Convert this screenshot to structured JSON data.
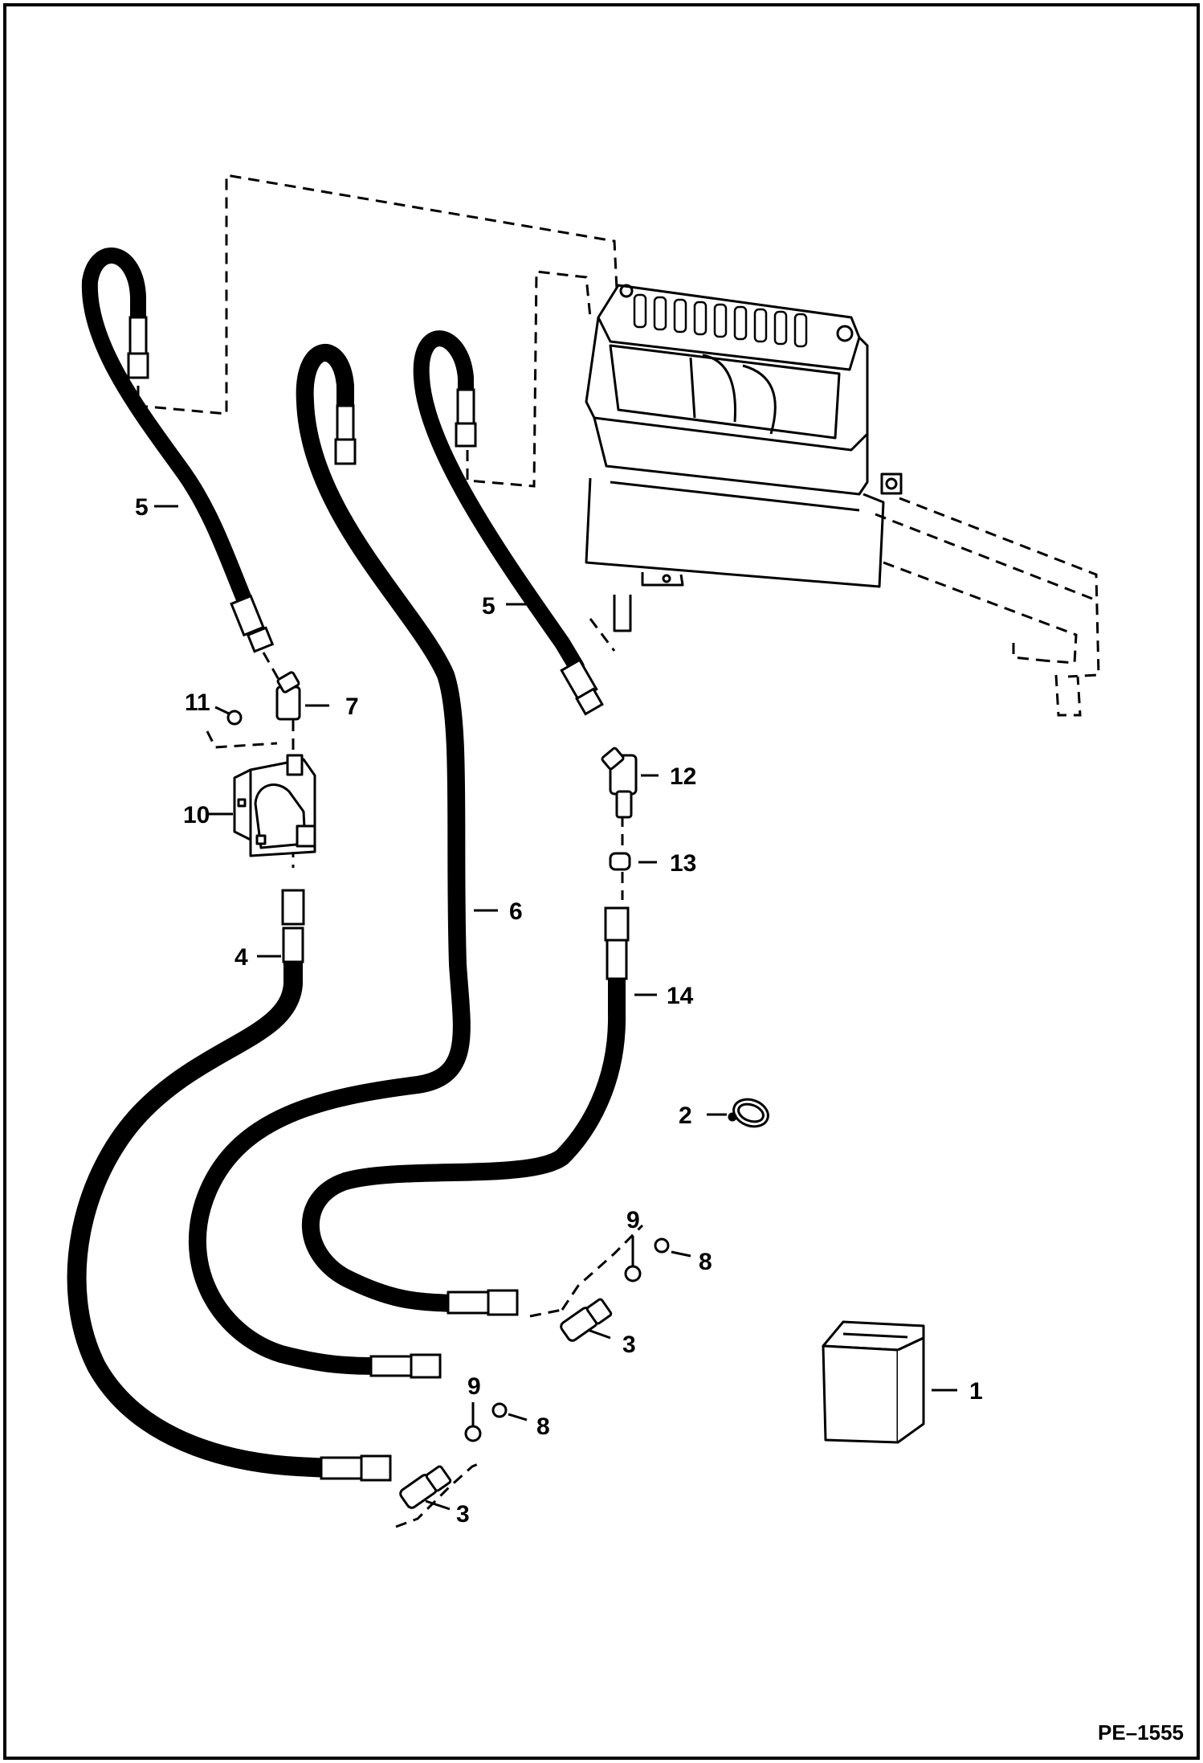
{
  "diagram": {
    "drawing_code": "PE–1555",
    "callouts": {
      "c1": "1",
      "c2": "2",
      "c3a": "3",
      "c3b": "3",
      "c4": "4",
      "c5a": "5",
      "c5b": "5",
      "c6": "6",
      "c7": "7",
      "c8a": "8",
      "c8b": "8",
      "c9a": "9",
      "c9b": "9",
      "c10": "10",
      "c11": "11",
      "c12": "12",
      "c13": "13",
      "c14": "14"
    }
  }
}
